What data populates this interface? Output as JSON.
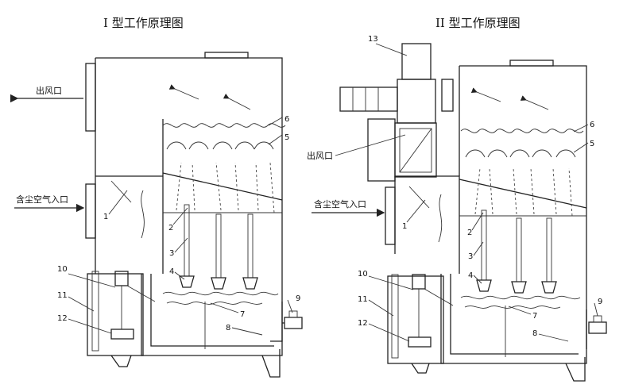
{
  "titles": {
    "type1": "I 型工作原理图",
    "type2": "II 型工作原理图"
  },
  "labels": {
    "outlet": "出风口",
    "inlet": "含尘空气入口"
  },
  "callouts_left": [
    "1",
    "2",
    "3",
    "4",
    "5",
    "6",
    "7",
    "8",
    "9",
    "10",
    "11",
    "12"
  ],
  "callouts_right": [
    "1",
    "2",
    "3",
    "4",
    "5",
    "6",
    "7",
    "8",
    "9",
    "10",
    "11",
    "12",
    "13"
  ]
}
